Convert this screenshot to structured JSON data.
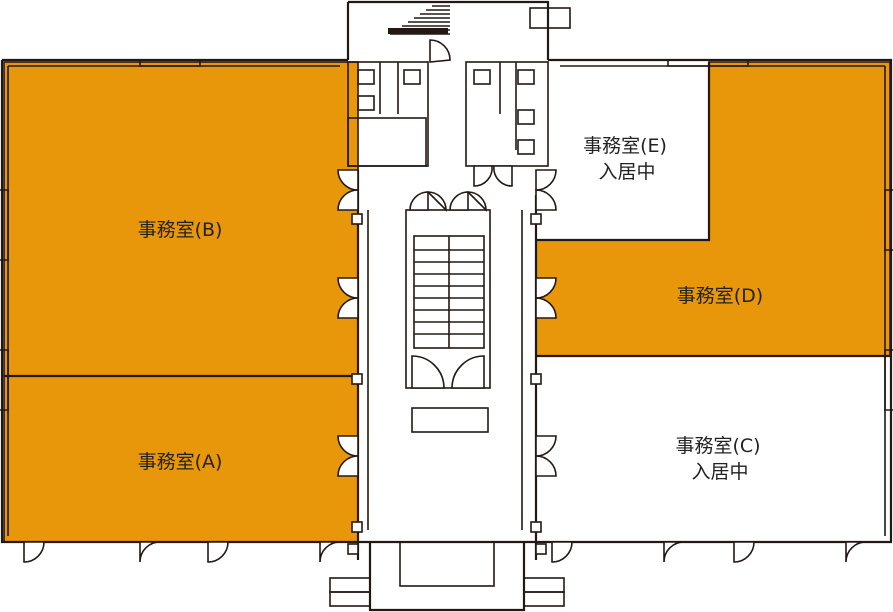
{
  "colors": {
    "leased_available": "#E8960A",
    "occupied": "#FFFFFF",
    "line": "#231815"
  },
  "rooms": [
    {
      "id": "B",
      "name": "事務室(B)",
      "status": ""
    },
    {
      "id": "A",
      "name": "事務室(A)",
      "status": ""
    },
    {
      "id": "D",
      "name": "事務室(D)",
      "status": ""
    },
    {
      "id": "E",
      "name": "事務室(E)",
      "status": "入居中"
    },
    {
      "id": "C",
      "name": "事務室(C)",
      "status": "入居中"
    }
  ]
}
